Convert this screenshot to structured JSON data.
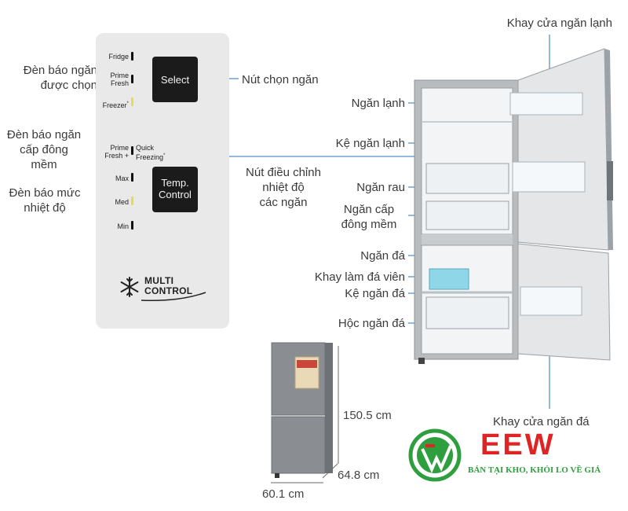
{
  "panel": {
    "fridge": "Fridge",
    "prime_fresh": [
      "Prime",
      "Fresh"
    ],
    "freezer": "Freezer",
    "select_button": "Select",
    "prime_fresh_plus": [
      "Prime",
      "Fresh +"
    ],
    "quick_freezing": [
      "Quick",
      "Freezing"
    ],
    "max": "Max",
    "med": "Med",
    "min": "Min",
    "temp_button": [
      "Temp.",
      "Control"
    ],
    "multi_control": [
      "MULTI",
      "CONTROL"
    ]
  },
  "left_labels": {
    "selected_indicator": [
      "Đèn báo ngăn",
      "được chọn"
    ],
    "soft_freeze_indicator": [
      "Đèn báo ngăn",
      "cấp đông",
      "mềm"
    ],
    "level_indicator": [
      "Đèn báo mức",
      "nhiệt độ"
    ]
  },
  "mid_labels": {
    "select_button_label": "Nút chọn ngăn",
    "temp_button_label": [
      "Nút điều chỉnh",
      "nhiệt độ",
      "các ngăn"
    ]
  },
  "fridge_labels": {
    "door_tray_fridge": "Khay cửa ngăn lạnh",
    "fridge_compartment": "Ngăn lạnh",
    "fridge_shelf": "Kệ ngăn lạnh",
    "vegetable": "Ngăn rau",
    "soft_freeze": [
      "Ngăn cấp",
      "đông mềm"
    ],
    "ice_compartment": "Ngăn đá",
    "ice_tray": "Khay làm đá viên",
    "ice_shelf": "Kệ ngăn đá",
    "ice_drawer": "Hộc ngăn đá",
    "door_tray_freezer": "Khay cửa ngăn đá"
  },
  "dimensions": {
    "height": "150.5 cm",
    "depth": "64.8 cm",
    "width": "60.1 cm"
  },
  "brand": {
    "name": "EEW",
    "slogan": "BÁN TẠI KHO, KHỎI LO VỀ GIÁ",
    "name_color": "#e02424",
    "logo_green": "#2e9e3e"
  }
}
